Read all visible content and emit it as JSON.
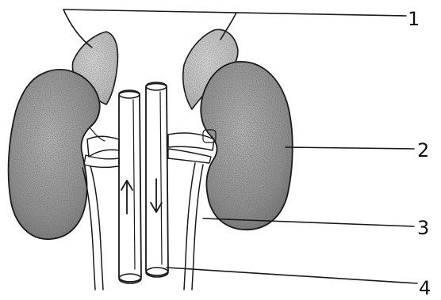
{
  "diagram": {
    "labels": [
      {
        "id": "1",
        "text": "1"
      },
      {
        "id": "2",
        "text": "2"
      },
      {
        "id": "3",
        "text": "3"
      },
      {
        "id": "4",
        "text": "4"
      }
    ],
    "colors": {
      "ink": "#1a1a1a",
      "shade": "#8a8a8a",
      "paper": "#ffffff"
    }
  }
}
